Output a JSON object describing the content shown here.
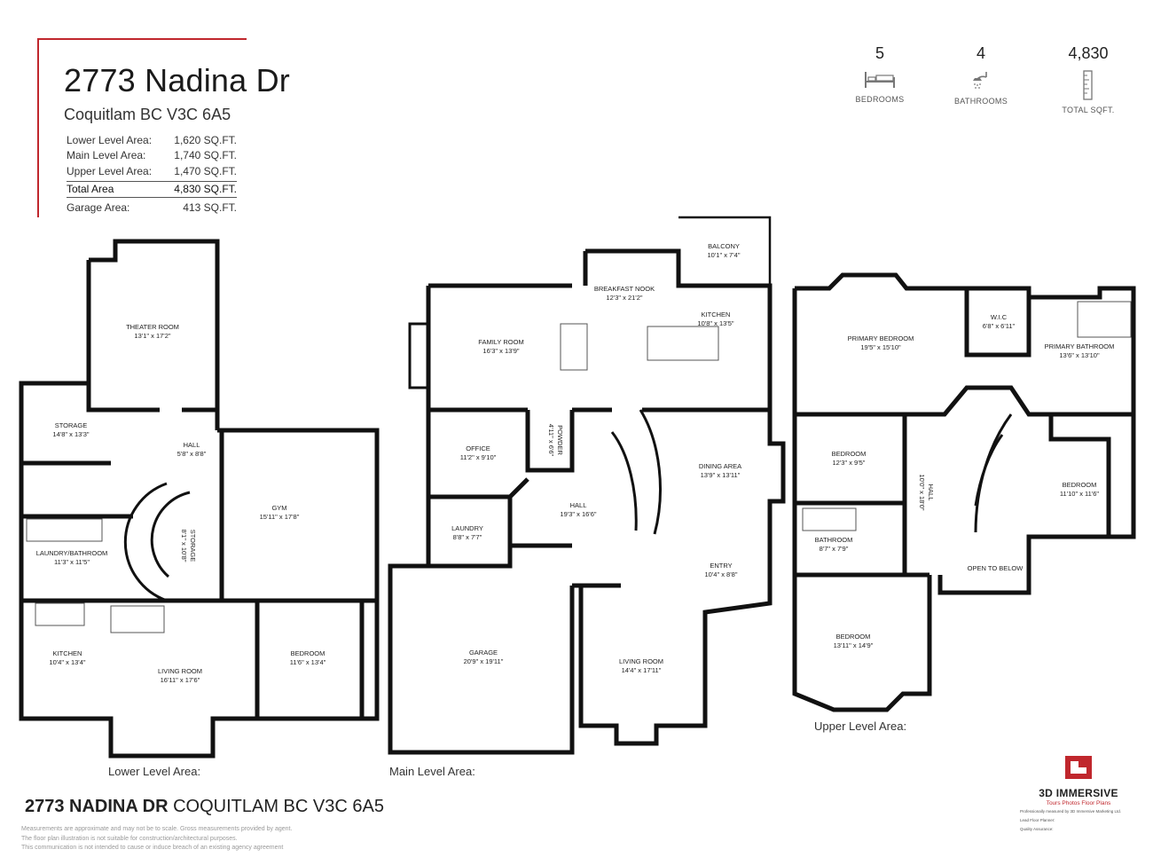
{
  "header": {
    "address_title": "2773 Nadina Dr",
    "city_line": "Coquitlam BC V3C 6A5",
    "areas": [
      {
        "label": "Lower Level Area:",
        "value": "1,620 SQ.FT."
      },
      {
        "label": "Main Level Area:",
        "value": "1,740 SQ.FT."
      },
      {
        "label": "Upper Level Area:",
        "value": "1,470 SQ.FT."
      }
    ],
    "total": {
      "label": "Total Area",
      "value": "4,830 SQ.FT."
    },
    "garage": {
      "label": "Garage Area:",
      "value": "413 SQ.FT."
    },
    "accent_color": "#c0272d"
  },
  "stats": [
    {
      "value": "5",
      "label": "BEDROOMS",
      "icon": "bed-icon"
    },
    {
      "value": "4",
      "label": "BATHROOMS",
      "icon": "shower-icon"
    },
    {
      "value": "4,830",
      "label": "TOTAL SQFT.",
      "icon": "ruler-icon"
    }
  ],
  "levels": {
    "lower": {
      "caption": "Lower Level Area:",
      "rooms": [
        {
          "name": "THEATER ROOM",
          "dims": "13'1\" x 17'2\""
        },
        {
          "name": "STORAGE",
          "dims": "14'8\" x 13'3\""
        },
        {
          "name": "HALL",
          "dims": "5'8\" x 8'8\""
        },
        {
          "name": "GYM",
          "dims": "15'11\" x 17'8\""
        },
        {
          "name": "STORAGE",
          "dims": "8'1\" x 10'8\""
        },
        {
          "name": "LAUNDRY/BATHROOM",
          "dims": "11'3\" x 11'5\""
        },
        {
          "name": "KITCHEN",
          "dims": "10'4\" x 13'4\""
        },
        {
          "name": "LIVING ROOM",
          "dims": "16'11\" x 17'6\""
        },
        {
          "name": "BEDROOM",
          "dims": "11'6\" x 13'4\""
        }
      ]
    },
    "main": {
      "caption": "Main Level Area:",
      "rooms": [
        {
          "name": "BALCONY",
          "dims": "10'1\" x 7'4\""
        },
        {
          "name": "BREAKFAST NOOK",
          "dims": "12'3\" x 21'2\""
        },
        {
          "name": "KITCHEN",
          "dims": "10'8\" x 13'5\""
        },
        {
          "name": "FAMILY ROOM",
          "dims": "16'3\" x 13'9\""
        },
        {
          "name": "OFFICE",
          "dims": "11'2\" x 9'10\""
        },
        {
          "name": "POWDER",
          "dims": "4'11\" x 6'6\""
        },
        {
          "name": "DINING AREA",
          "dims": "13'9\" x 13'11\""
        },
        {
          "name": "HALL",
          "dims": "19'3\" x 16'6\""
        },
        {
          "name": "LAUNDRY",
          "dims": "8'8\" x 7'7\""
        },
        {
          "name": "ENTRY",
          "dims": "10'4\" x 8'8\""
        },
        {
          "name": "GARAGE",
          "dims": "20'9\" x 19'11\""
        },
        {
          "name": "LIVING ROOM",
          "dims": "14'4\" x 17'11\""
        }
      ]
    },
    "upper": {
      "caption": "Upper Level Area:",
      "rooms": [
        {
          "name": "PRIMARY BEDROOM",
          "dims": "19'5\" x 15'10\""
        },
        {
          "name": "W.I.C",
          "dims": "6'8\" x 6'11\""
        },
        {
          "name": "PRIMARY BATHROOM",
          "dims": "13'6\" x 13'10\""
        },
        {
          "name": "BEDROOM",
          "dims": "12'3\" x 9'5\""
        },
        {
          "name": "HALL",
          "dims": "10'0\" x 18'0\""
        },
        {
          "name": "BEDROOM",
          "dims": "11'10\" x 11'6\""
        },
        {
          "name": "BATHROOM",
          "dims": "8'7\" x 7'9\""
        },
        {
          "name": "OPEN TO BELOW",
          "dims": ""
        },
        {
          "name": "BEDROOM",
          "dims": "13'11\" x 14'9\""
        }
      ]
    }
  },
  "footer": {
    "address_bold": "2773 NADINA DR",
    "address_rest": "COQUITLAM BC V3C 6A5",
    "disclaimer": [
      "Measurements are approximate and may not be to scale. Gross measurements provided by agent.",
      "The floor plan illustration is not suitable for construction/architectural purposes.",
      "This communication is not intended to cause or induce breach of an existing agency agreement"
    ],
    "brand_name": "3D IMMERSIVE",
    "brand_tagline": "Tours  Photos  Floor Plans",
    "credits": [
      "Professionally measured by 3D Immersive Marketing Ltd.",
      "Lead Floor Planner:",
      "Quality Assurance:"
    ]
  }
}
